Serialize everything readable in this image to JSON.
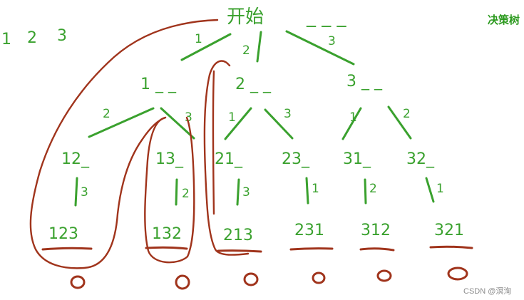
{
  "input_numbers": [
    "1",
    "2",
    "3"
  ],
  "title": "决策树",
  "root": {
    "label": "开始",
    "blanks": "_ _ _"
  },
  "root_edges": [
    "1",
    "2",
    "3"
  ],
  "level1": [
    {
      "label": "1 _ _"
    },
    {
      "label": "2 _ _"
    },
    {
      "label": "3 _ _"
    }
  ],
  "level1_edges": [
    "2",
    "3",
    "1",
    "3",
    "1",
    "2"
  ],
  "level2": [
    {
      "label": "12_"
    },
    {
      "label": "13_"
    },
    {
      "label": "21_"
    },
    {
      "label": "23_"
    },
    {
      "label": "31_"
    },
    {
      "label": "32_"
    }
  ],
  "level2_edges": [
    "3",
    "2",
    "3",
    "1",
    "2",
    "1"
  ],
  "leaves": [
    {
      "label": "123"
    },
    {
      "label": "132"
    },
    {
      "label": "213"
    },
    {
      "label": "231"
    },
    {
      "label": "312"
    },
    {
      "label": "321"
    }
  ],
  "leaf_marks": [
    "o",
    "o",
    "o",
    "o",
    "o",
    "o"
  ],
  "watermark": "CSDN @溟洵",
  "colors": {
    "tree_green": "#3aa12e",
    "outline_red": "#a0341c",
    "title_green": "#2c9a1f"
  }
}
